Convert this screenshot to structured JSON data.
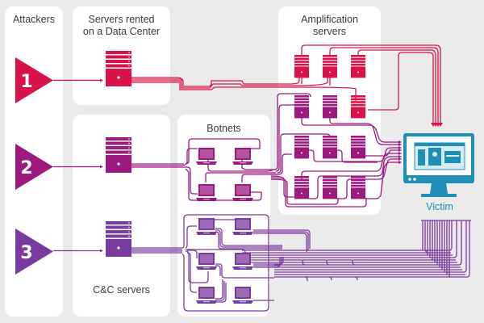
{
  "diagram": {
    "title": "DDoS attack methods",
    "columns": {
      "attackers": "Attackers",
      "servers_rented_line1": "Servers rented",
      "servers_rented_line2": "on a Data Center",
      "cc_servers": "C&C servers",
      "botnets": "Botnets",
      "amplification_line1": "Amplification",
      "amplification_line2": "servers",
      "victim": "Victim"
    },
    "attackers": [
      {
        "number": "1",
        "color": "#d9134a",
        "route": "Servers rented on a Data Center → Amplification servers → Victim"
      },
      {
        "number": "2",
        "color": "#9c1a80",
        "route": "C&C server → Botnets → Amplification servers → Victim"
      },
      {
        "number": "3",
        "color": "#7a3a9e",
        "route": "C&C server → Botnets → Victim"
      }
    ],
    "colors": {
      "background": "#ebebeb",
      "panel": "#ffffff",
      "route1": "#d9134a",
      "route2": "#9c1a80",
      "route3": "#7a3a9e",
      "victim": "#1f8fb5",
      "text": "#3a3a3a"
    },
    "counts": {
      "amplification_servers_route1": 4,
      "amplification_servers_route2": 8,
      "botnet_laptops_route2": 4,
      "botnet_laptops_route3": 6
    }
  }
}
